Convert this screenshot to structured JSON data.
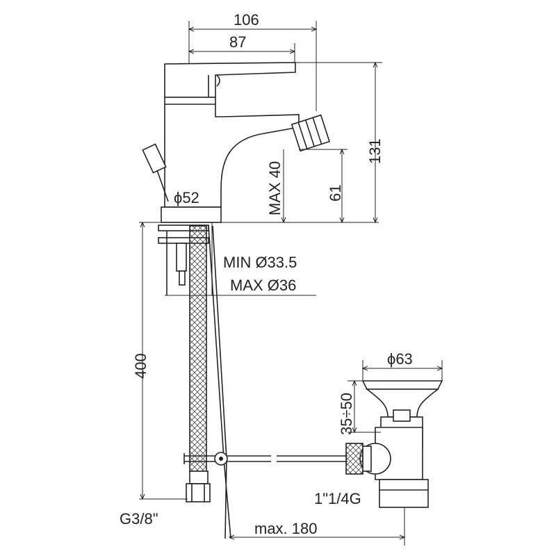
{
  "drawing": {
    "title": "Bidet mixer technical drawing",
    "dimensions": {
      "overall_width": "106",
      "lever_width": "87",
      "overall_height": "131",
      "spout_height": "61",
      "max_deck_thickness": "MAX 40",
      "base_diameter": "ϕ52",
      "min_hole": "MIN Ø33.5",
      "max_hole": "MAX Ø36",
      "hose_length": "400",
      "waste_diameter": "ϕ63",
      "waste_range": "35÷50",
      "waste_thread": "1\"1/4G",
      "hose_thread": "G3/8\"",
      "max_rod": "max. 180"
    },
    "line_color": "#222222"
  }
}
